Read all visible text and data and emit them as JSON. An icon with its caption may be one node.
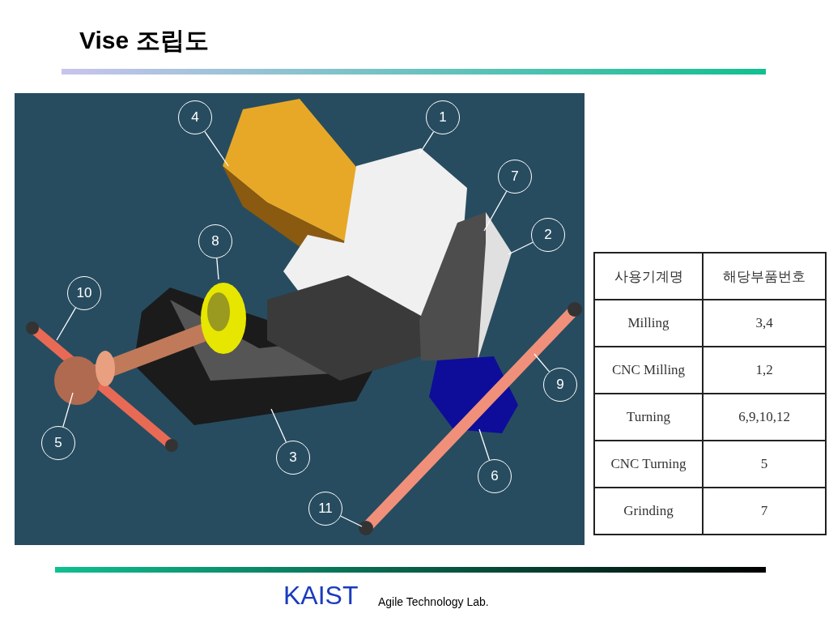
{
  "diagram": {
    "title": "Vise 조립도",
    "nodes": [
      {
        "text": [
          "4"
        ]
      },
      {
        "text": [
          "1"
        ]
      },
      {
        "text": [
          "7"
        ]
      },
      {
        "text": [
          "2"
        ]
      },
      {
        "text": [
          "8"
        ]
      },
      {
        "text": [
          "10"
        ]
      },
      {
        "text": [
          "9"
        ]
      },
      {
        "text": [
          "5"
        ]
      },
      {
        "text": [
          "3"
        ]
      },
      {
        "text": [
          "6"
        ]
      },
      {
        "text": [
          "11"
        ]
      }
    ],
    "edges": [
      {
        "from": 0,
        "to": null,
        "arrow": "none"
      },
      {
        "from": 1,
        "to": null,
        "arrow": "none"
      },
      {
        "from": 2,
        "to": null,
        "arrow": "none"
      },
      {
        "from": 3,
        "to": null,
        "arrow": "none"
      },
      {
        "from": 4,
        "to": null,
        "arrow": "none"
      },
      {
        "from": 5,
        "to": null,
        "arrow": "none"
      },
      {
        "from": 6,
        "to": null,
        "arrow": "none"
      },
      {
        "from": 7,
        "to": null,
        "arrow": "none"
      },
      {
        "from": 8,
        "to": null,
        "arrow": "none"
      },
      {
        "from": 9,
        "to": null,
        "arrow": "none"
      },
      {
        "from": 10,
        "to": null,
        "arrow": "none"
      }
    ],
    "labels": [
      "사용기계명",
      "해당부품번호",
      "Milling",
      "3,4",
      "CNC Milling",
      "1,2",
      "Turning",
      "6,9,10,12",
      "CNC Turning",
      "5",
      "Grinding",
      "7",
      "KAIST",
      "Agile Technology Lab."
    ]
  }
}
